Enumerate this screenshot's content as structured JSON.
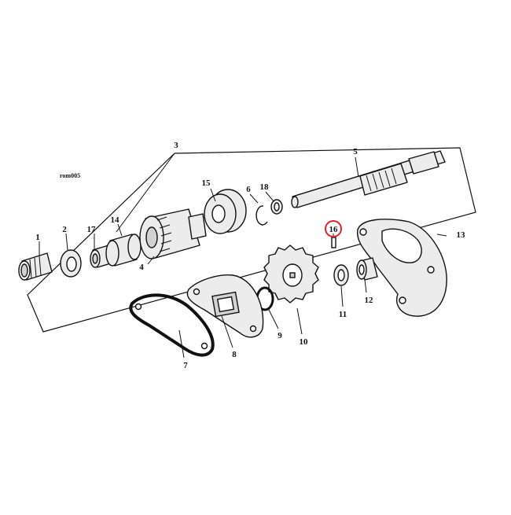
{
  "diagram": {
    "drawing_code": "rom005",
    "highlight_color": "#e0202a",
    "highlighted_part": "16",
    "callouts": [
      {
        "id": "c1",
        "label": "1"
      },
      {
        "id": "c2",
        "label": "2"
      },
      {
        "id": "c3",
        "label": "3"
      },
      {
        "id": "c4",
        "label": "4"
      },
      {
        "id": "c5",
        "label": "5"
      },
      {
        "id": "c6",
        "label": "6"
      },
      {
        "id": "c7",
        "label": "7"
      },
      {
        "id": "c8",
        "label": "8"
      },
      {
        "id": "c9",
        "label": "9"
      },
      {
        "id": "c10",
        "label": "10"
      },
      {
        "id": "c11",
        "label": "11"
      },
      {
        "id": "c12",
        "label": "12"
      },
      {
        "id": "c13",
        "label": "13"
      },
      {
        "id": "c14",
        "label": "14"
      },
      {
        "id": "c15",
        "label": "15"
      },
      {
        "id": "c16",
        "label": "16"
      },
      {
        "id": "c17",
        "label": "17"
      },
      {
        "id": "c18",
        "label": "18"
      }
    ]
  }
}
